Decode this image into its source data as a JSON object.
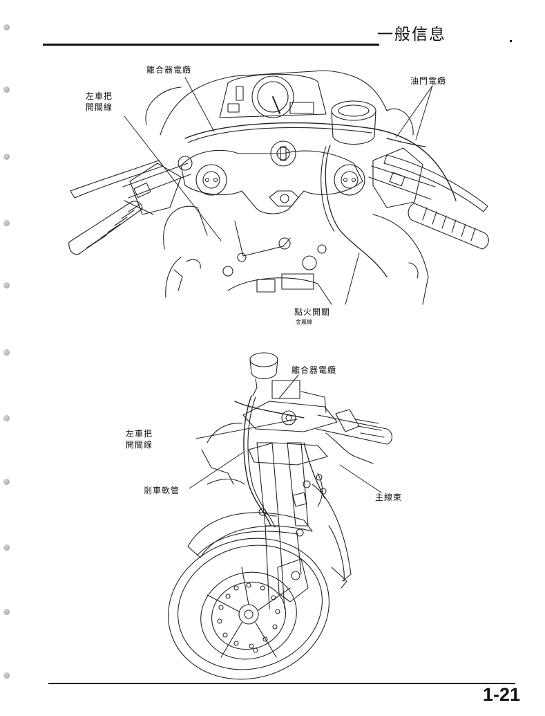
{
  "header": {
    "title": "一般信息"
  },
  "figure_top": {
    "labels": {
      "clutch_cable": "離合器電纜",
      "left_handlebar_switch_line1": "左車把",
      "left_handlebar_switch_line2": "開關線",
      "throttle_cable": "油門電纜",
      "ignition_switch": "點火開關",
      "ignition_sub": "金屬線"
    }
  },
  "figure_bottom": {
    "labels": {
      "clutch_cable": "離合器電纜",
      "left_handlebar_switch_line1": "左車把",
      "left_handlebar_switch_line2": "開關線",
      "brake_hose": "剎車軟管",
      "main_harness": "主線束"
    }
  },
  "footer": {
    "page_number": "1-21"
  }
}
